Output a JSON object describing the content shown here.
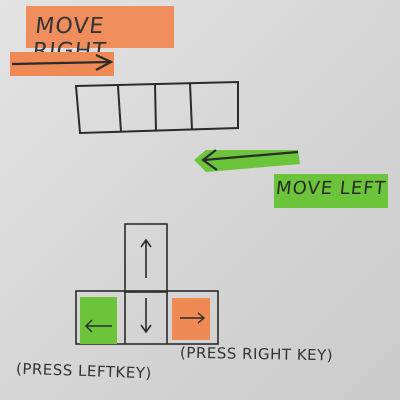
{
  "labels": {
    "move_right": "MOVE RIGHT",
    "move_left": "MOVE LEFT",
    "press_left": "(PRESS LEFTKEY)",
    "press_right": "(PRESS RIGHT KEY)"
  },
  "colors": {
    "orange": "#f08a55",
    "green": "#6cc43a",
    "ink": "#2b2b2b",
    "board": "#d9d9d9"
  }
}
